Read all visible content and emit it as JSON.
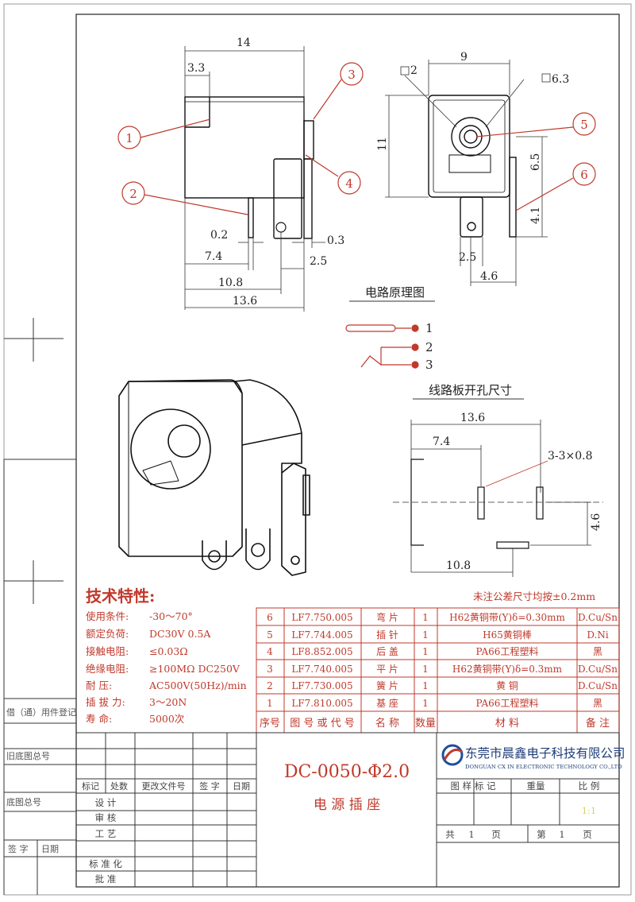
{
  "drawing": {
    "dims_side": {
      "d14": "14",
      "d3_3": "3.3",
      "d0_2": "0.2",
      "d0_3": "0.3",
      "d7_4": "7.4",
      "d2_5": "2.5",
      "d10_8": "10.8",
      "d13_6": "13.6"
    },
    "dims_front": {
      "d9": "9",
      "d11": "11",
      "d2": "2",
      "d6_3": "6.3",
      "d6_5": "6.5",
      "d4_1": "4.1",
      "d2_5": "2.5",
      "d4_6": "4.6"
    },
    "balloons": [
      "1",
      "2",
      "3",
      "4",
      "5",
      "6"
    ],
    "circuit_title": "电路原理图",
    "circuit_pins": [
      "1",
      "2",
      "3"
    ],
    "pcb_title": "线路板开孔尺寸",
    "pcb_dims": {
      "w": "13.6",
      "a": "7.4",
      "hole": "3-3×0.8",
      "h": "4.6",
      "b": "10.8"
    }
  },
  "specs": {
    "title": "技术特性:",
    "items": [
      {
        "k": "使用条件:",
        "v": "-30～70°"
      },
      {
        "k": "额定负荷:",
        "v": "DC30V 0.5A"
      },
      {
        "k": "接触电阻:",
        "v": "≤0.03Ω"
      },
      {
        "k": "绝缘电阻:",
        "v": "≥100MΩ DC250V"
      },
      {
        "k": "耐    压:",
        "v": "AC500V(50Hz)/min"
      },
      {
        "k": "插 拔 力:",
        "v": "3～20N"
      },
      {
        "k": "寿    命:",
        "v": "5000次"
      }
    ],
    "tolerance": "未注公差尺寸均按±0.2mm"
  },
  "bom": {
    "headers": [
      "序号",
      "图 号 或 代 号",
      "名  称",
      "数量",
      "材  料",
      "备 注"
    ],
    "rows": [
      [
        "6",
        "LF7.750.005",
        "弯  片",
        "1",
        "H62黄铜带(Y)δ=0.30mm",
        "D.Cu/Sn"
      ],
      [
        "5",
        "LF7.744.005",
        "插  针",
        "1",
        "H65黄铜棒",
        "D.Ni"
      ],
      [
        "4",
        "LF8.852.005",
        "后  盖",
        "1",
        "PA66工程塑料",
        "黑"
      ],
      [
        "3",
        "LF7.740.005",
        "平  片",
        "1",
        "H62黄铜带(Y)δ=0.3mm",
        "D.Cu/Sn"
      ],
      [
        "2",
        "LF7.730.005",
        "簧  片",
        "1",
        "黄   铜",
        "D.Cu/Sn"
      ],
      [
        "1",
        "LF7.810.005",
        "基  座",
        "1",
        "PA66工程塑料",
        "黑"
      ]
    ]
  },
  "title_block": {
    "part_no": "DC-0050-Φ2.0",
    "part_name": "电 源 插 座",
    "company_cn": "东莞市晨鑫电子科技有限公司",
    "company_en": "DONGUAN CX IN ELECTRONIC TECHNOLOGY CO.,LTD",
    "rev_headers": [
      "标记",
      "处数",
      "更改文件号",
      "签 字",
      "日期"
    ],
    "roles": [
      "设  计",
      "审  核",
      "工  艺",
      "标 准 化",
      "批  准"
    ],
    "mark_label": "图 样 标 记",
    "weight_label": "重量",
    "scale_label": "比 例",
    "scale_value": "1:1",
    "total_label": "共",
    "total_value": "1",
    "page_unit": "页",
    "sheet_label": "第",
    "sheet_value": "1"
  },
  "side_block": {
    "borrow": "借（通）用件登记",
    "old_no": "旧底图总号",
    "base_no": "底图总号",
    "sign": "签 字",
    "date": "日期"
  }
}
